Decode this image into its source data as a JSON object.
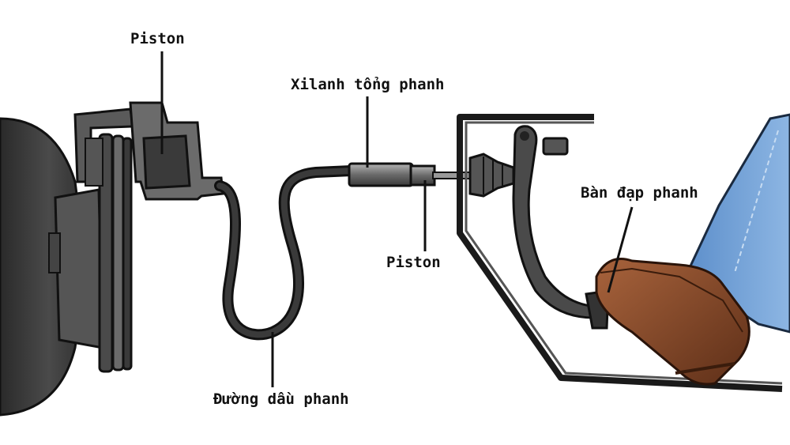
{
  "labels": {
    "caliper_piston": "Piston",
    "master_cylinder": "Xilanh tổng phanh",
    "master_piston": "Piston",
    "brake_pedal": "Bàn đạp phanh",
    "brake_line": "Đường dầu phanh"
  },
  "colors": {
    "tire": "#3a3a3a",
    "disc": "#5a5a5a",
    "caliper": "#6b6b6b",
    "hose": "#2e2e2e",
    "cylinder": "#777777",
    "frame": "#222222",
    "boot": "#8a4a2a",
    "jeans": "#6b9bd1"
  }
}
